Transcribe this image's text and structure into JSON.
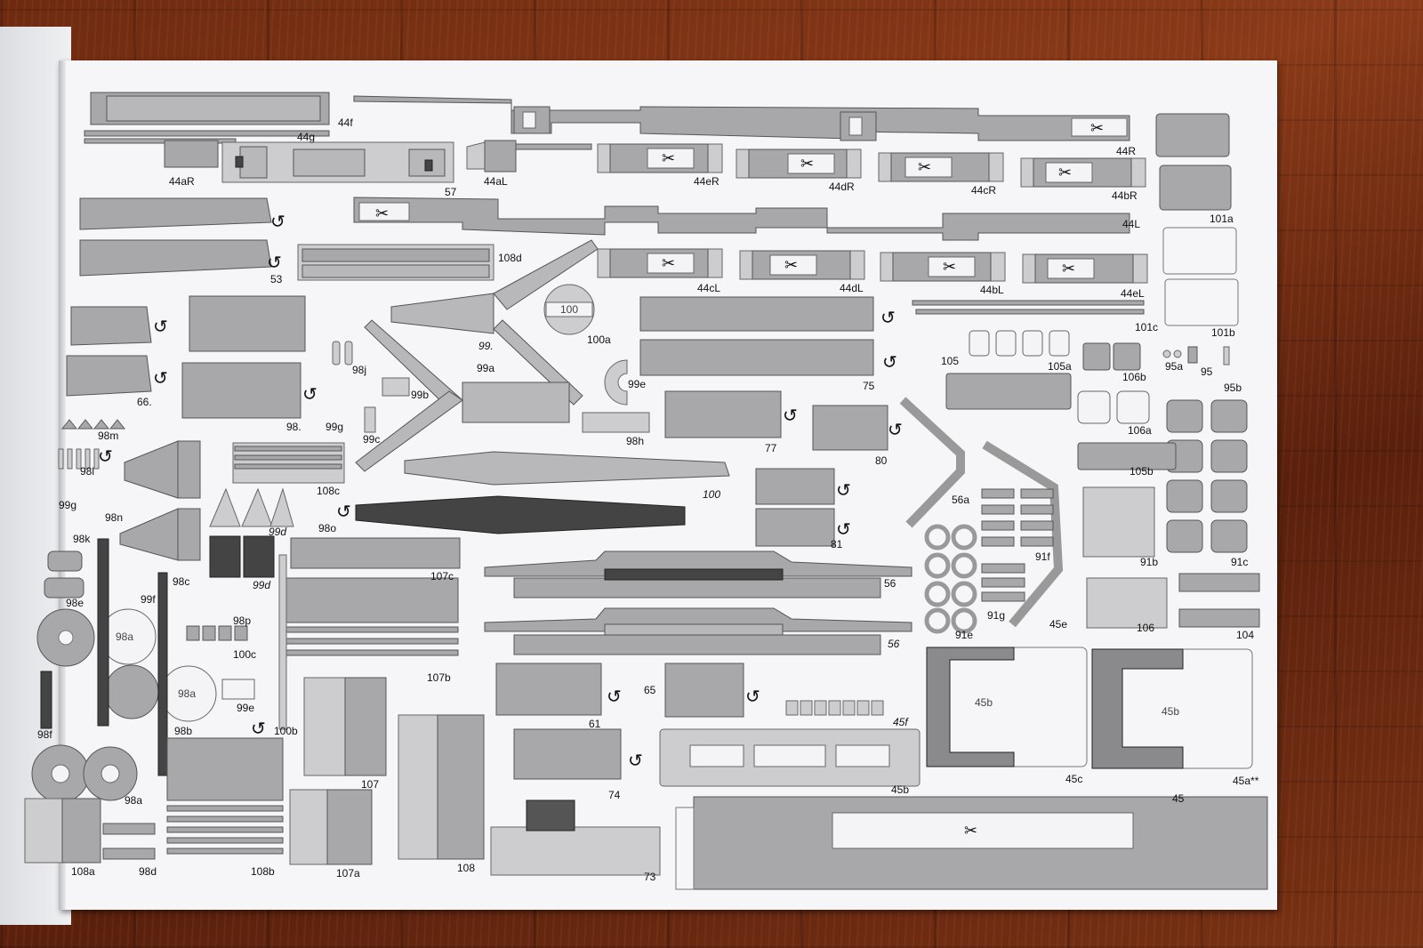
{
  "sheet": {
    "part_labels": [
      "44f",
      "44g",
      "44aR",
      "57",
      "44aL",
      "44eR",
      "44dR",
      "44cR",
      "44bR",
      "44R",
      "101a",
      "44L",
      "53",
      "108d",
      "44cL",
      "44dL",
      "44bL",
      "44eL",
      "101c",
      "101b",
      "100",
      "100a",
      "99.",
      "99a",
      "99b",
      "99e",
      "98j",
      "98.",
      "66.",
      "75",
      "105",
      "105a",
      "106b",
      "95a",
      "95",
      "95b",
      "98m",
      "99g",
      "99c",
      "98h",
      "77",
      "80",
      "106a",
      "98l",
      "108c",
      "99g",
      "98n",
      "98k",
      "98o",
      "99d",
      "100",
      "56a",
      "105b",
      "81",
      "91b",
      "91c",
      "107c",
      "98c",
      "99f",
      "99d",
      "98e",
      "98p",
      "56",
      "91f",
      "91g",
      "91e",
      "45e",
      "106",
      "104",
      "98a",
      "100c",
      "107b",
      "56",
      "98a",
      "99e",
      "98f",
      "98b",
      "100b",
      "61",
      "65",
      "45f",
      "45b",
      "45b",
      "74",
      "45b",
      "45c",
      "45a**",
      "98a",
      "107",
      "45",
      "98d",
      "108a",
      "108b",
      "107a",
      "108",
      "73"
    ],
    "icons": [
      "rotate-arrow-icon",
      "scissors-icon"
    ],
    "colors": {
      "floor": "#7a3214",
      "paper": "#f6f6f8",
      "part_grey": "#a8a8aa",
      "dark_part": "#444444"
    }
  }
}
